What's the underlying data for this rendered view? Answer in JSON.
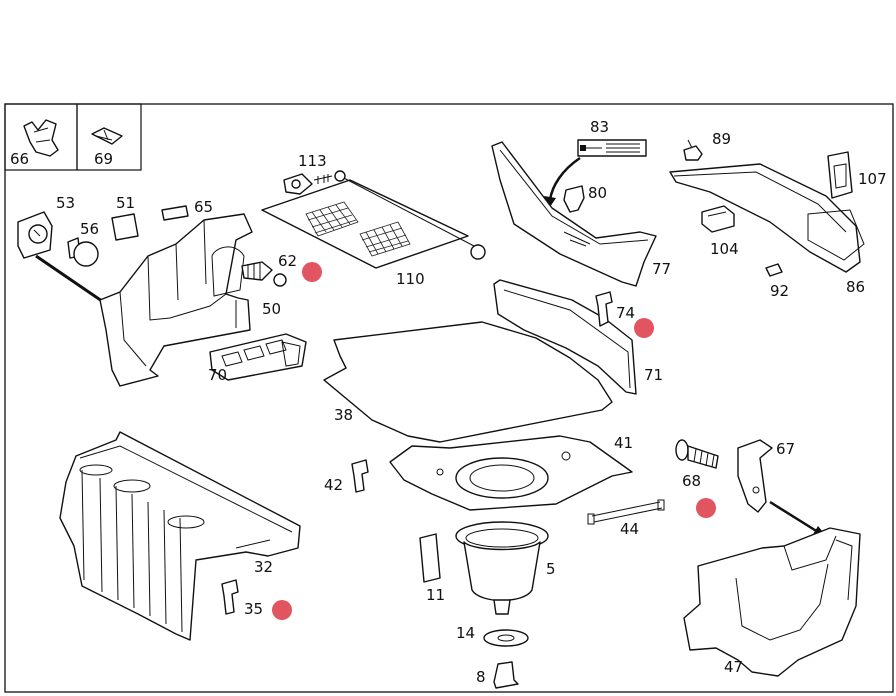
{
  "diagram": {
    "parts": [
      {
        "id": "66",
        "label": "66"
      },
      {
        "id": "69",
        "label": "69"
      },
      {
        "id": "53",
        "label": "53"
      },
      {
        "id": "56",
        "label": "56"
      },
      {
        "id": "51",
        "label": "51"
      },
      {
        "id": "65",
        "label": "65"
      },
      {
        "id": "113",
        "label": "113"
      },
      {
        "id": "62",
        "label": "62"
      },
      {
        "id": "110",
        "label": "110"
      },
      {
        "id": "50",
        "label": "50"
      },
      {
        "id": "70",
        "label": "70"
      },
      {
        "id": "83",
        "label": "83"
      },
      {
        "id": "80",
        "label": "80"
      },
      {
        "id": "77",
        "label": "77"
      },
      {
        "id": "89",
        "label": "89"
      },
      {
        "id": "107",
        "label": "107"
      },
      {
        "id": "104",
        "label": "104"
      },
      {
        "id": "92",
        "label": "92"
      },
      {
        "id": "86",
        "label": "86"
      },
      {
        "id": "74",
        "label": "74"
      },
      {
        "id": "71",
        "label": "71"
      },
      {
        "id": "38",
        "label": "38"
      },
      {
        "id": "41",
        "label": "41"
      },
      {
        "id": "42",
        "label": "42"
      },
      {
        "id": "68",
        "label": "68"
      },
      {
        "id": "67",
        "label": "67"
      },
      {
        "id": "44",
        "label": "44"
      },
      {
        "id": "32",
        "label": "32"
      },
      {
        "id": "35",
        "label": "35"
      },
      {
        "id": "11",
        "label": "11"
      },
      {
        "id": "5",
        "label": "5"
      },
      {
        "id": "14",
        "label": "14"
      },
      {
        "id": "8",
        "label": "8"
      },
      {
        "id": "47",
        "label": "47"
      }
    ],
    "markers": [
      {
        "id": "marker-62"
      },
      {
        "id": "marker-74"
      },
      {
        "id": "marker-68"
      },
      {
        "id": "marker-35"
      }
    ],
    "marker_color": "#e05560",
    "line_color": "#111111"
  }
}
